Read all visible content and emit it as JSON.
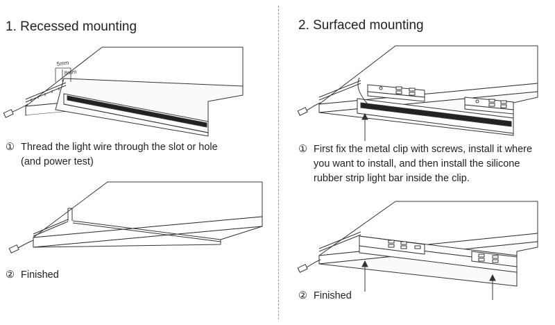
{
  "left": {
    "title": "1. Recessed mounting",
    "dim_a": "5mm",
    "dim_b": "8mm",
    "step1_num": "①",
    "step1_line1": "Thread the light wire through the slot or hole",
    "step1_line2": "(and power test)",
    "step2_num": "②",
    "step2_text": "Finished"
  },
  "right": {
    "title": "2. Surfaced mounting",
    "step1_num": "①",
    "step1_line1": "First fix the metal clip with screws, install it where",
    "step1_line2": "you want to install, and then install the silicone",
    "step1_line3": "rubber strip light bar inside the clip.",
    "step2_num": "②",
    "step2_text": "Finished"
  }
}
